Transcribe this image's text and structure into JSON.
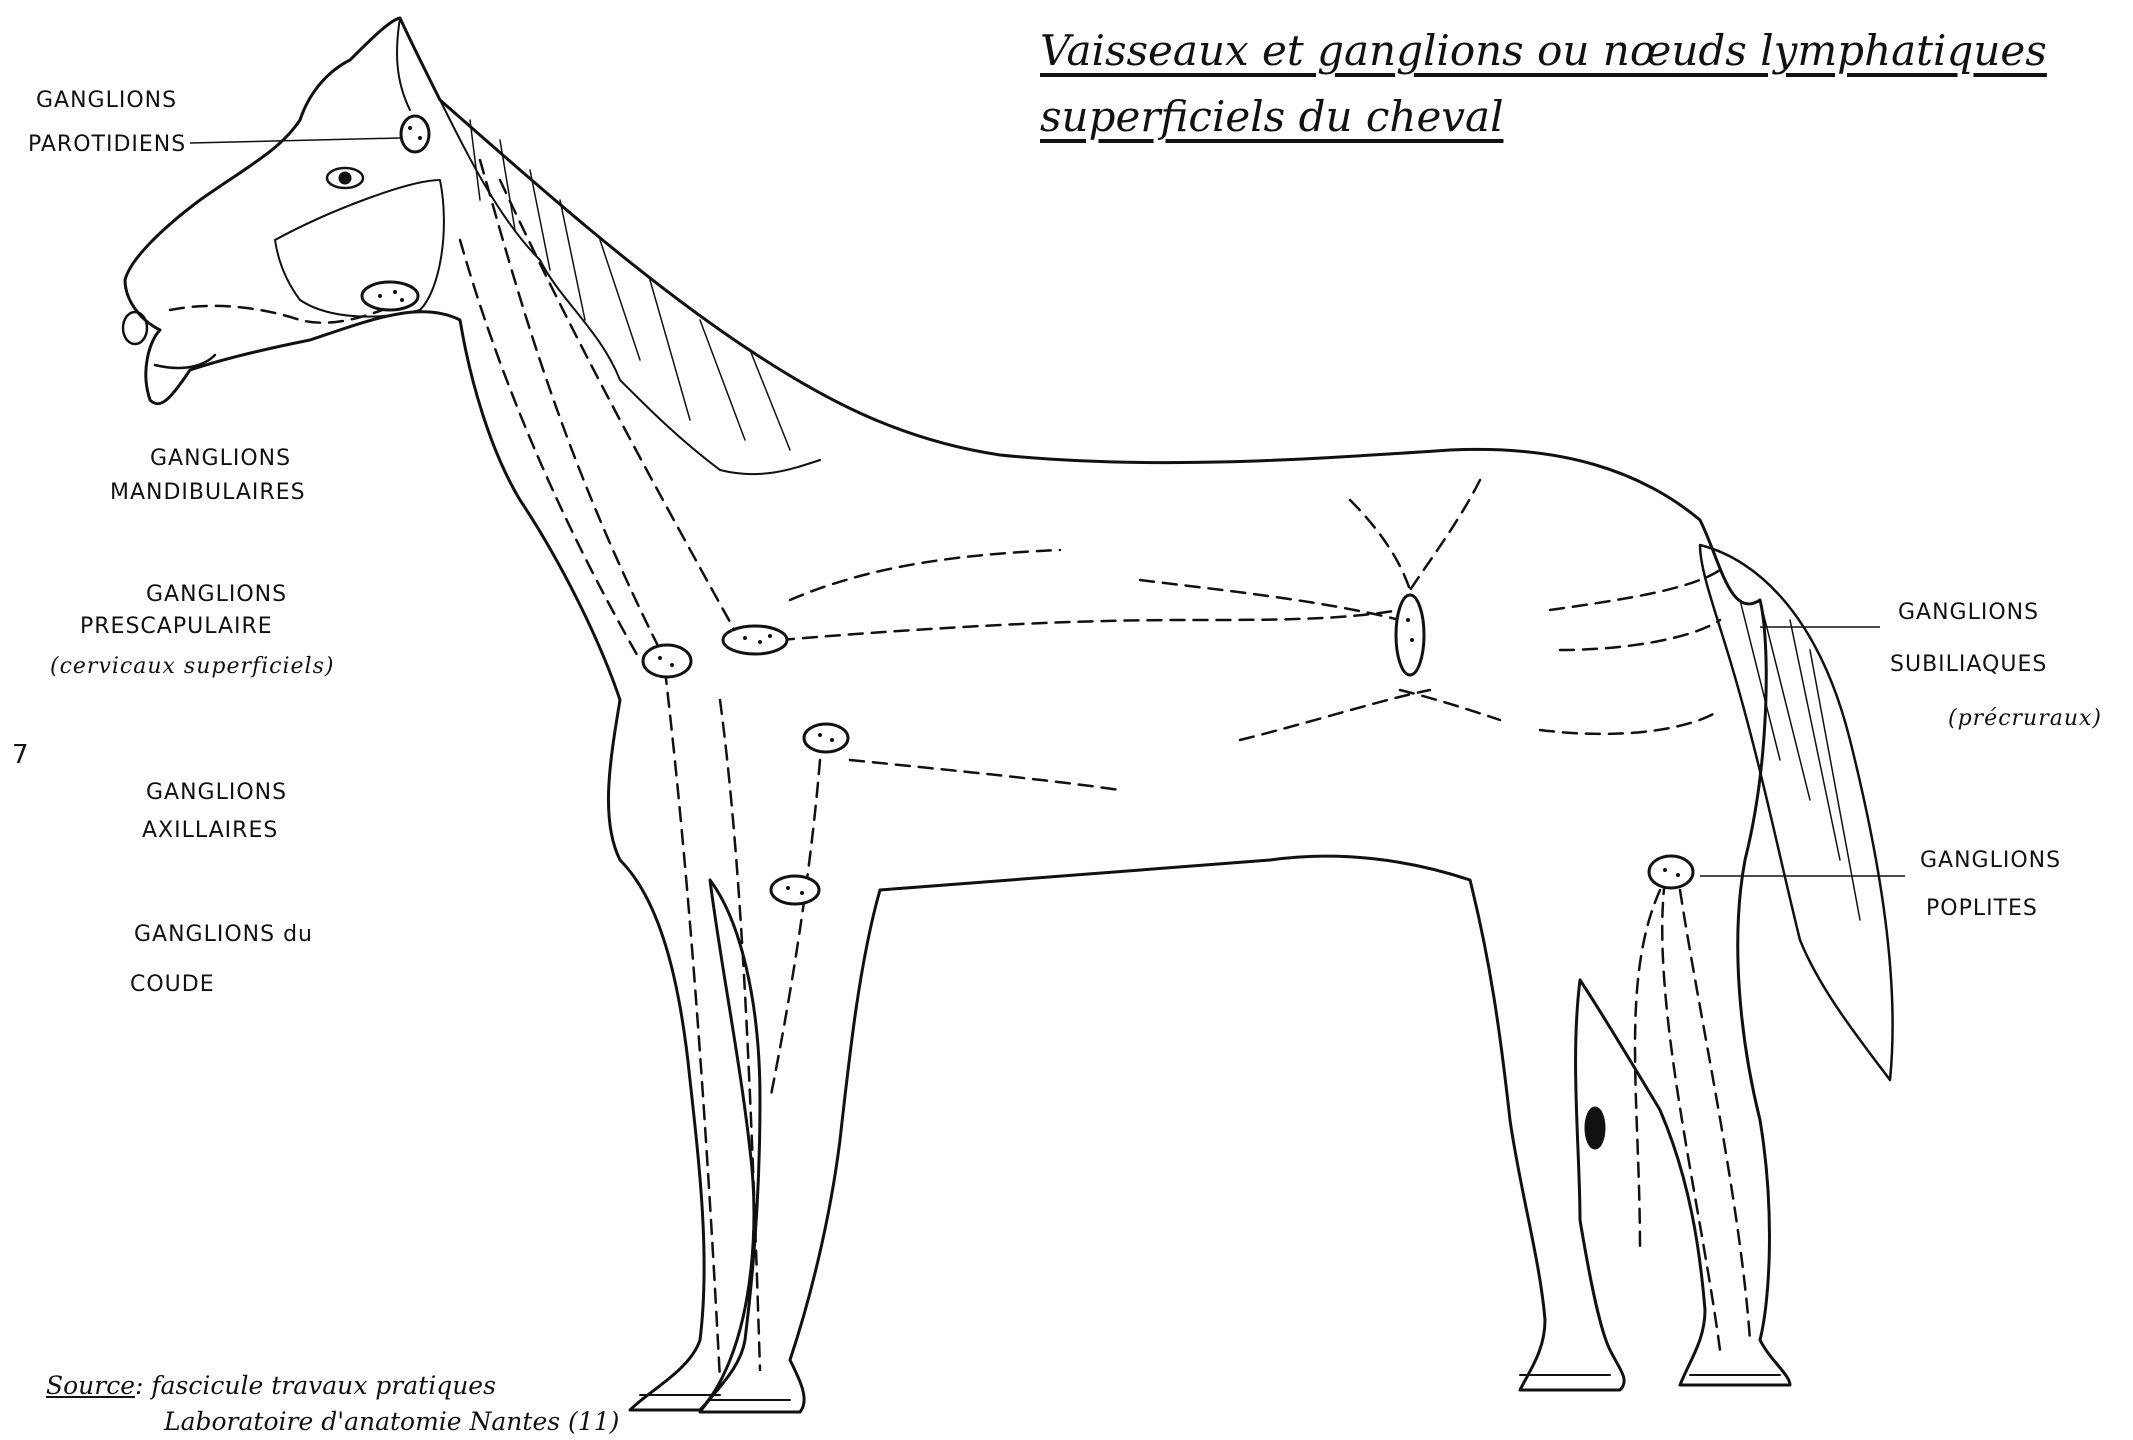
{
  "title": {
    "line1": "Vaisseaux et ganglions ou nœuds lymphatiques",
    "line2": "superficiels du cheval"
  },
  "labels": {
    "parotidiens_1": "GANGLIONS",
    "parotidiens_2": "PAROTIDIENS",
    "mandibulaires_1": "GANGLIONS",
    "mandibulaires_2": "MANDIBULAIRES",
    "prescapulaire_1": "GANGLIONS",
    "prescapulaire_2": "PRESCAPULAIRE",
    "prescapulaire_3": "(cervicaux superficiels)",
    "axillaires_1": "GANGLIONS",
    "axillaires_2": "AXILLAIRES",
    "coude_1": "GANGLIONS du",
    "coude_2": "COUDE",
    "subiliaques_1": "GANGLIONS",
    "subiliaques_2": "SUBILIAQUES",
    "subiliaques_3": "(précruraux)",
    "poplites_1": "GANGLIONS",
    "poplites_2": "POPLITES"
  },
  "source": {
    "key": "Source",
    "line1": ": fascicule travaux pratiques",
    "line2": "Laboratoire d'anatomie Nantes (11)"
  },
  "margin_mark": "7",
  "colors": {
    "ink": "#111111",
    "paper": "#ffffff"
  }
}
